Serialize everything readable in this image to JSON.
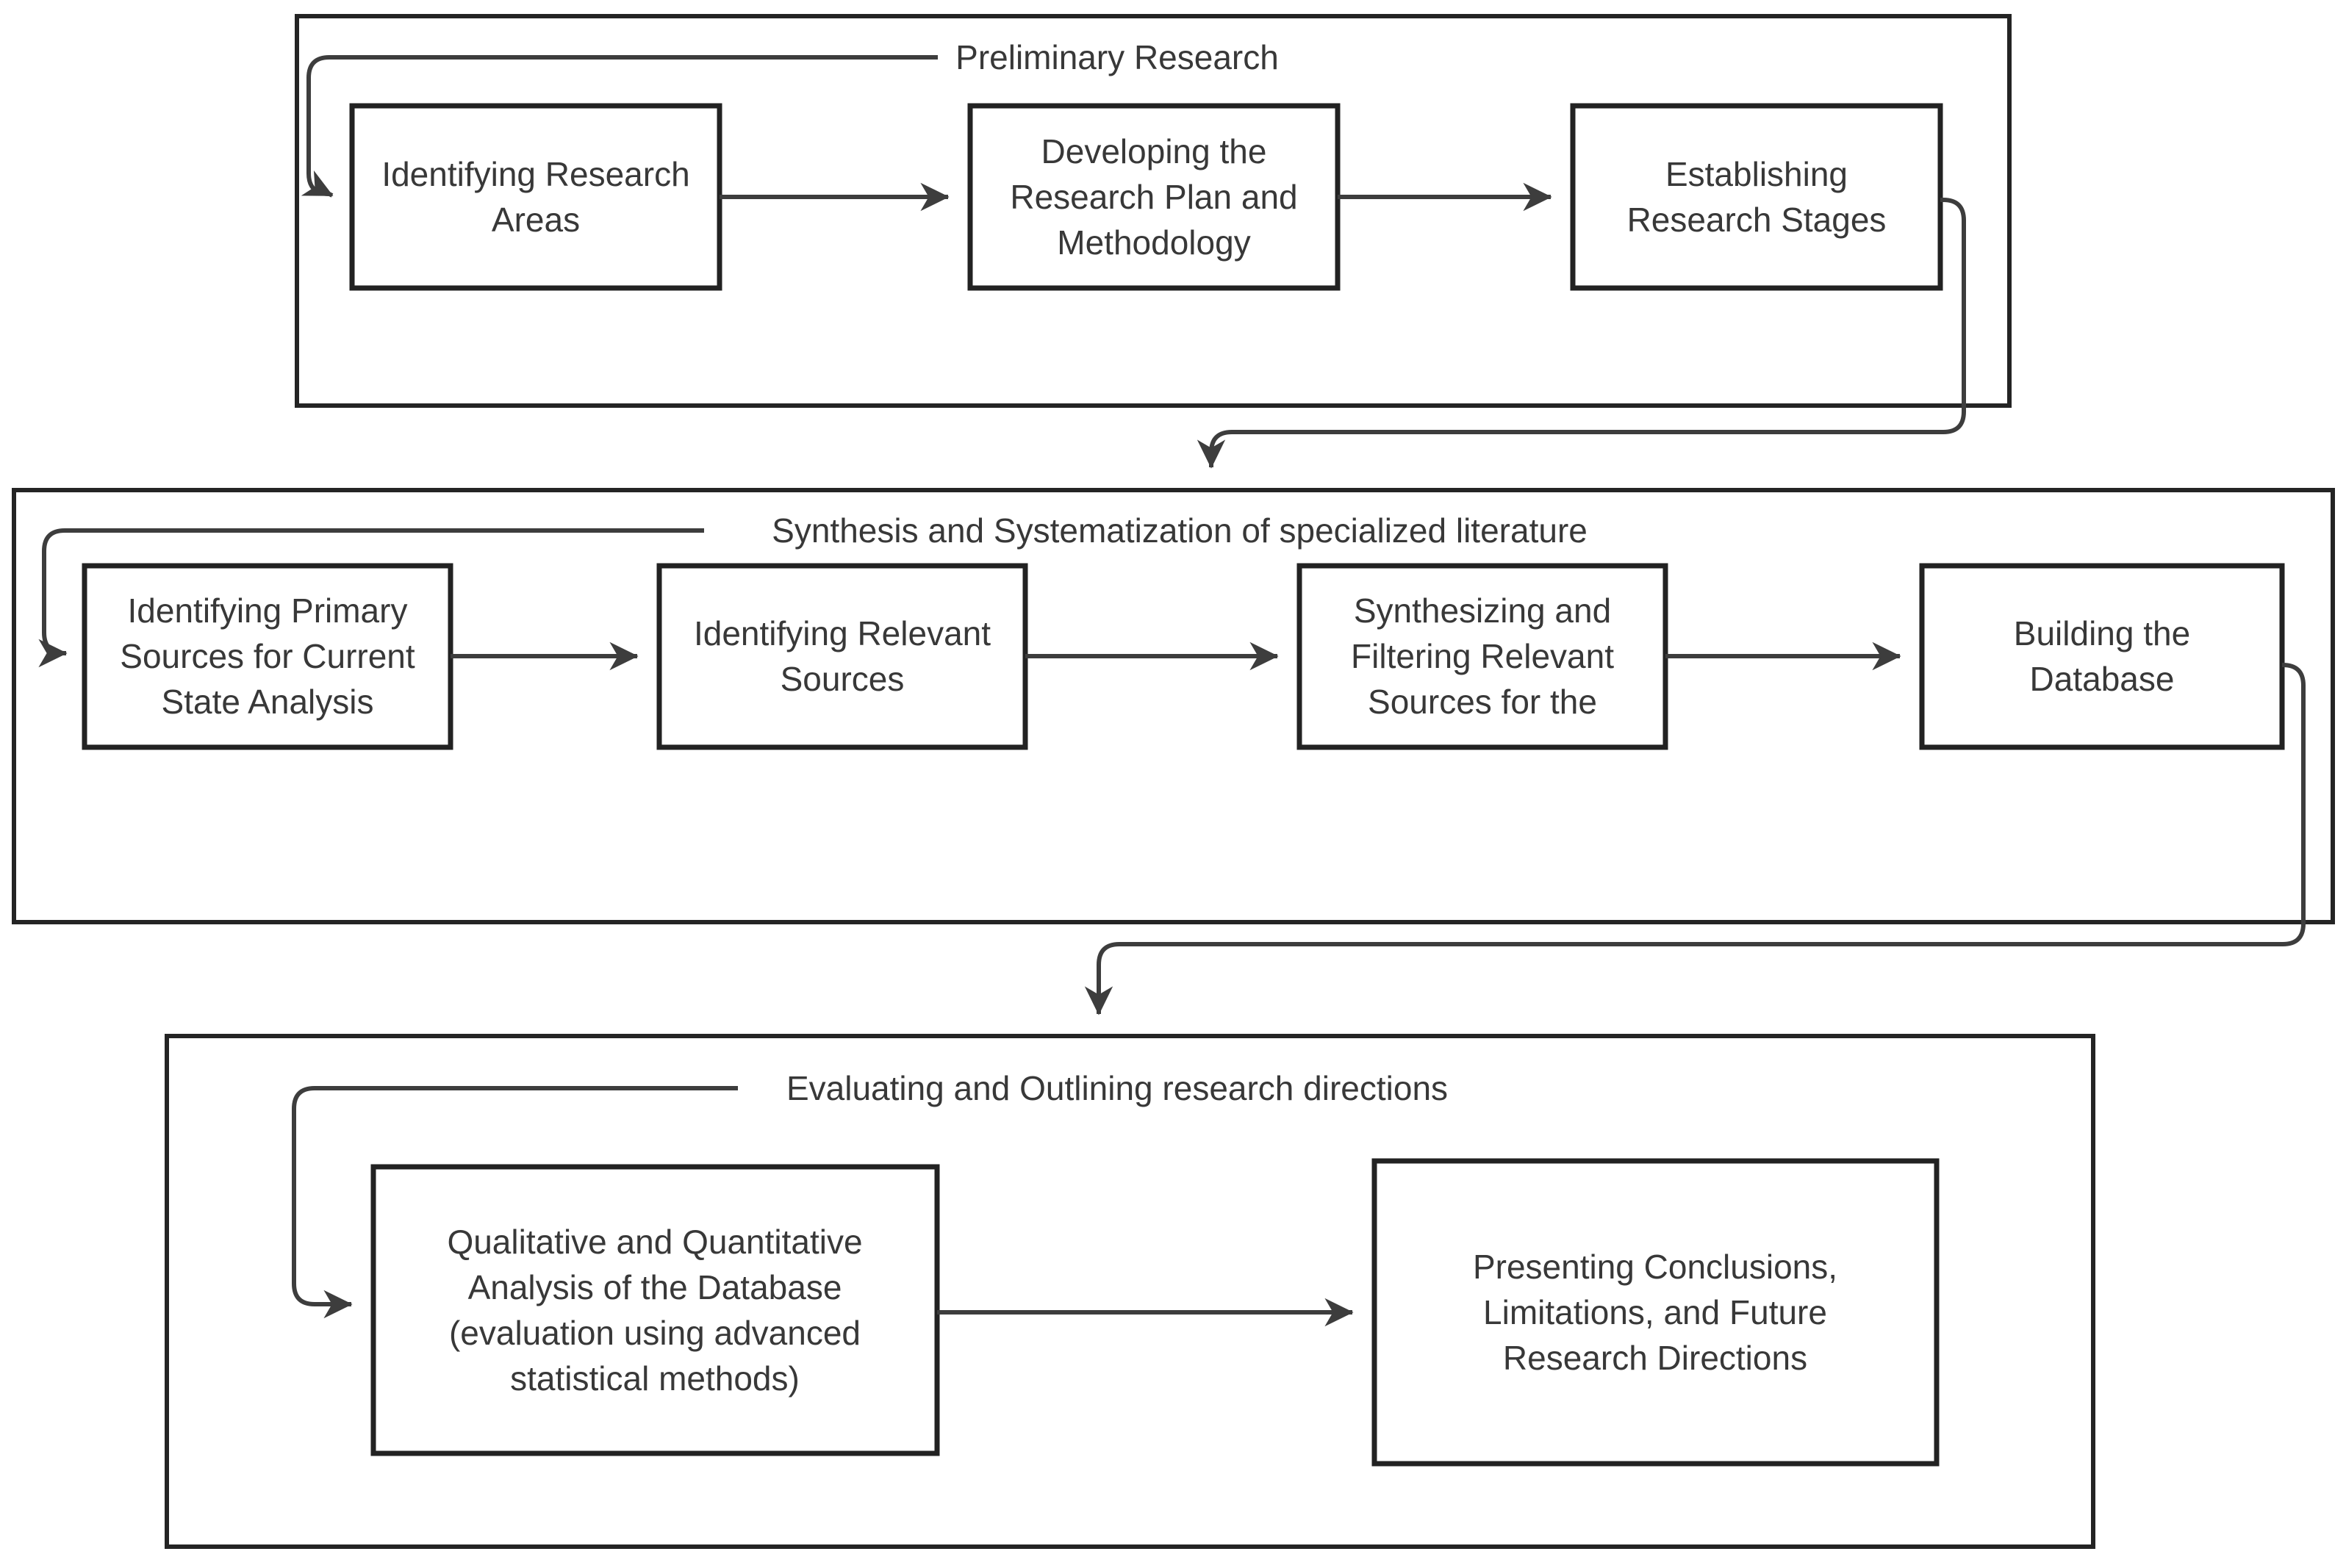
{
  "colors": {
    "background": "#ffffff",
    "box_stroke": "#222222",
    "container_stroke": "#242424",
    "connector": "#3d3d3d",
    "text": "#383838"
  },
  "groups": [
    {
      "title": "Preliminary Research",
      "nodes": [
        [
          "Identifying Research",
          "Areas"
        ],
        [
          "Developing the",
          "Research Plan and",
          "Methodology"
        ],
        [
          "Establishing",
          "Research Stages"
        ]
      ]
    },
    {
      "title": "Synthesis and Systematization of specialized literature",
      "nodes": [
        [
          "Identifying Primary",
          "Sources for Current",
          "State Analysis"
        ],
        [
          "Identifying Relevant",
          "Sources"
        ],
        [
          "Synthesizing and",
          "Filtering Relevant",
          "Sources for the"
        ],
        [
          "Building the",
          "Database"
        ]
      ]
    },
    {
      "title": "Evaluating and Outlining research directions",
      "nodes": [
        [
          "Qualitative and Quantitative",
          "Analysis of the Database",
          "(evaluation using advanced",
          "statistical methods)"
        ],
        [
          "Presenting Conclusions,",
          "Limitations, and Future",
          "Research Directions"
        ]
      ]
    }
  ]
}
